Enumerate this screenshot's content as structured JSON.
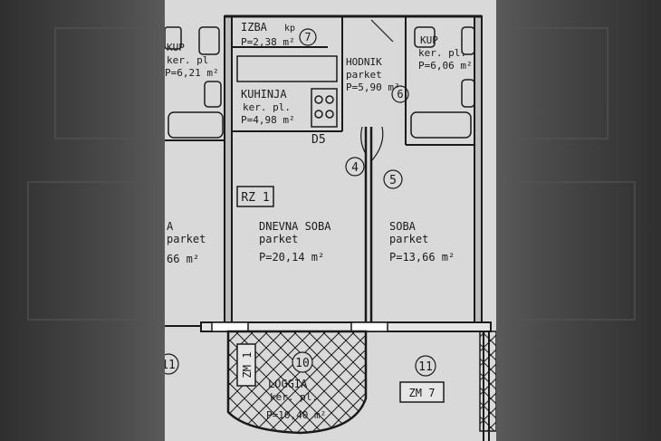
{
  "rooms": {
    "storage": {
      "name": "IZBA",
      "code": "kp",
      "area": "P=2,38 m²",
      "number": "7"
    },
    "hallway": {
      "name": "HODNIK",
      "floor": "parket",
      "area": "P=5,90 m²",
      "number": "6"
    },
    "bathroom": {
      "name": "KUP",
      "floor": "ker. pl.",
      "area": "P=6,06 m²"
    },
    "kitchen": {
      "name": "KUHINJA",
      "floor": "ker. pl.",
      "area": "P=4,98 m²"
    },
    "living_room": {
      "name": "DNEVNA SOBA",
      "floor": "parket",
      "area": "P=20,14 m²"
    },
    "bedroom": {
      "name": "SOBA",
      "floor": "parket",
      "area": "P=13,66 m²"
    },
    "loggia": {
      "name": "LOGGIA",
      "floor": "ker. pl.",
      "area": "P=10,40 m²",
      "number": "10"
    },
    "left_bathroom": {
      "name": "KUP",
      "floor": "ker. pl",
      "area": "P=6,21 m²"
    },
    "left_room": {
      "name": "A",
      "floor": "parket",
      "area": "66 m²"
    }
  },
  "markers": {
    "d5": "D5",
    "door_4": "4",
    "door_5": "5",
    "rz1": "RZ 1",
    "zm1": "ZM 1",
    "zm7": "ZM 7",
    "window_11_left": "11",
    "window_11_right": "11"
  },
  "colors": {
    "paper": "#d9d9d9",
    "ink": "#1a1a1a",
    "background": "#3f3f3f"
  }
}
